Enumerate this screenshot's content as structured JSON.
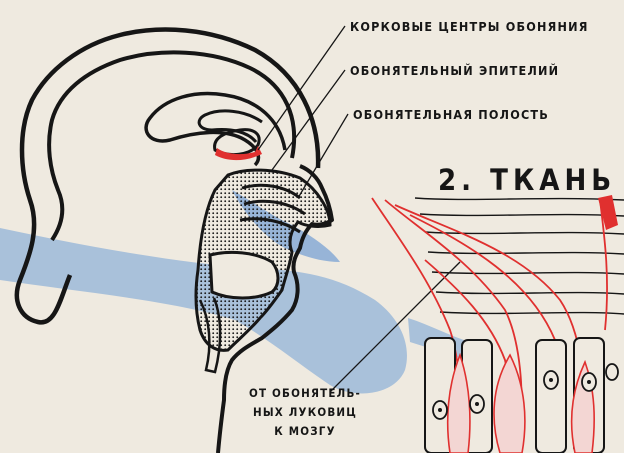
{
  "labels": {
    "cortex": "КОРКОВЫЕ ЦЕНТРЫ ОБОНЯНИЯ",
    "epithelium": "ОБОНЯТЕЛЬНЫЙ ЭПИТЕЛИЙ",
    "cavity": "ОБОНЯТЕЛЬНАЯ ПОЛОСТЬ",
    "tissue_heading": "2. ТКАНЬ",
    "bulbs_line1": "ОТ ОБОНЯТЕЛЬ-",
    "bulbs_line2": "НЫХ ЛУКОВИЦ",
    "bulbs_line3": "К МОЗГУ"
  },
  "colors": {
    "background": "#efeae0",
    "ink": "#161616",
    "nerve_red": "#e0302f",
    "airflow_blue": "#6f9ed6"
  }
}
